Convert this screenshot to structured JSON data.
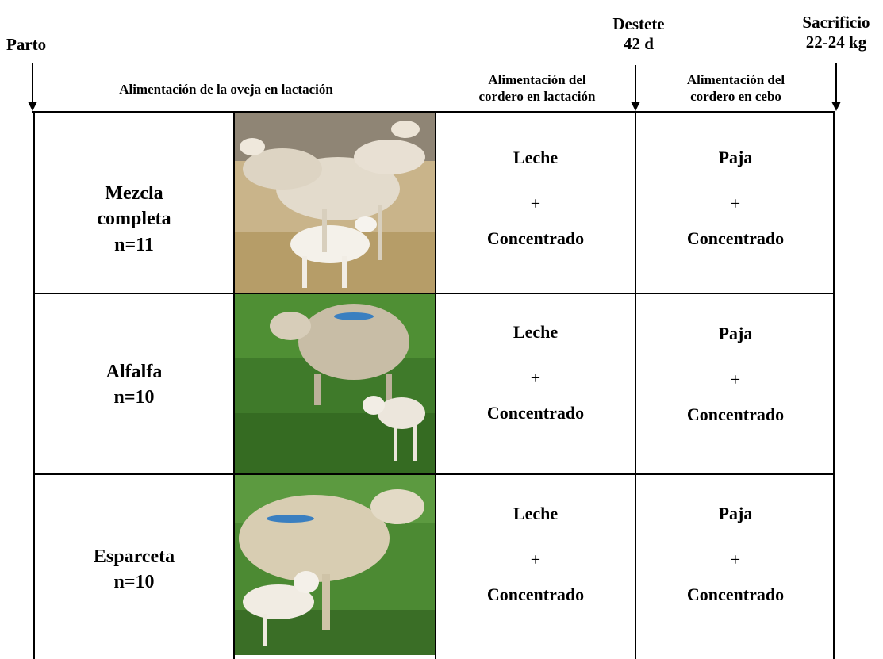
{
  "timeline": {
    "parto": "Parto",
    "destete_line1": "Destete",
    "destete_line2": "42 d",
    "sacrificio_line1": "Sacrificio",
    "sacrificio_line2": "22-24 kg"
  },
  "headers": {
    "oveja": "Alimentación de la oveja en lactación",
    "cordero_lactacion_line1": "Alimentación del",
    "cordero_lactacion_line2": "cordero en lactación",
    "cordero_cebo_line1": "Alimentación del",
    "cordero_cebo_line2": "cordero en cebo"
  },
  "groups": [
    {
      "name_line1": "Mezcla",
      "name_line2": "completa",
      "n": "n=11",
      "lactation": {
        "a": "Leche",
        "plus": "+",
        "b": "Concentrado"
      },
      "fattening": {
        "a": "Paja",
        "plus": "+",
        "b": "Concentrado"
      }
    },
    {
      "name_line1": "Alfalfa",
      "name_line2": "",
      "n": "n=10",
      "lactation": {
        "a": "Leche",
        "plus": "+",
        "b": "Concentrado"
      },
      "fattening": {
        "a": "Paja",
        "plus": "+",
        "b": "Concentrado"
      }
    },
    {
      "name_line1": "Esparceta",
      "name_line2": "",
      "n": "n=10",
      "lactation": {
        "a": "Leche",
        "plus": "+",
        "b": "Concentrado"
      },
      "fattening": {
        "a": "Paja",
        "plus": "+",
        "b": "Concentrado"
      }
    }
  ]
}
